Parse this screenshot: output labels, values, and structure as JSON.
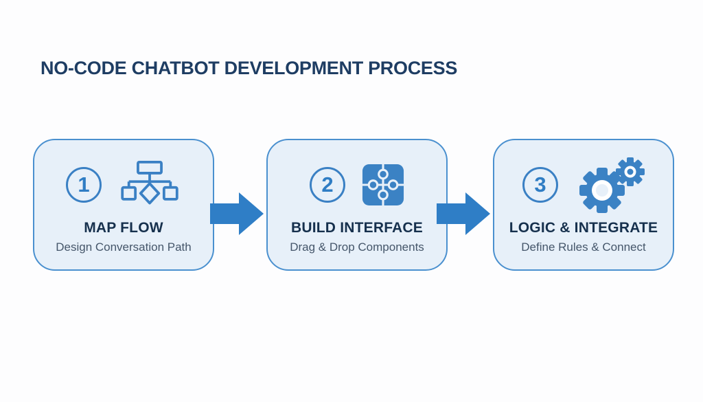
{
  "page": {
    "background_color": "#fdfdfe"
  },
  "title": {
    "text": "NO-CODE CHATBOT DEVELOPMENT PROCESS",
    "color": "#1e3d63"
  },
  "colors": {
    "card_background": "#e7f0f9",
    "card_border": "#4a90cf",
    "icon_blue": "#3b82c4",
    "arrow_blue": "#2f7ec6",
    "heading_text": "#16304d",
    "subtitle_text": "#45566a",
    "step_number": "#2f7dc4"
  },
  "steps": [
    {
      "number": "1",
      "icon": "flowchart-icon",
      "heading": "MAP FLOW",
      "subtitle": "Design Conversation Path"
    },
    {
      "number": "2",
      "icon": "puzzle-icon",
      "heading": "BUILD INTERFACE",
      "subtitle": "Drag & Drop Components"
    },
    {
      "number": "3",
      "icon": "gears-icon",
      "heading": "LOGIC & INTEGRATE",
      "subtitle": "Define Rules & Connect"
    }
  ],
  "arrows": [
    {
      "name": "arrow-step1-to-step2",
      "direction": "right"
    },
    {
      "name": "arrow-step2-to-step3",
      "direction": "right"
    }
  ]
}
